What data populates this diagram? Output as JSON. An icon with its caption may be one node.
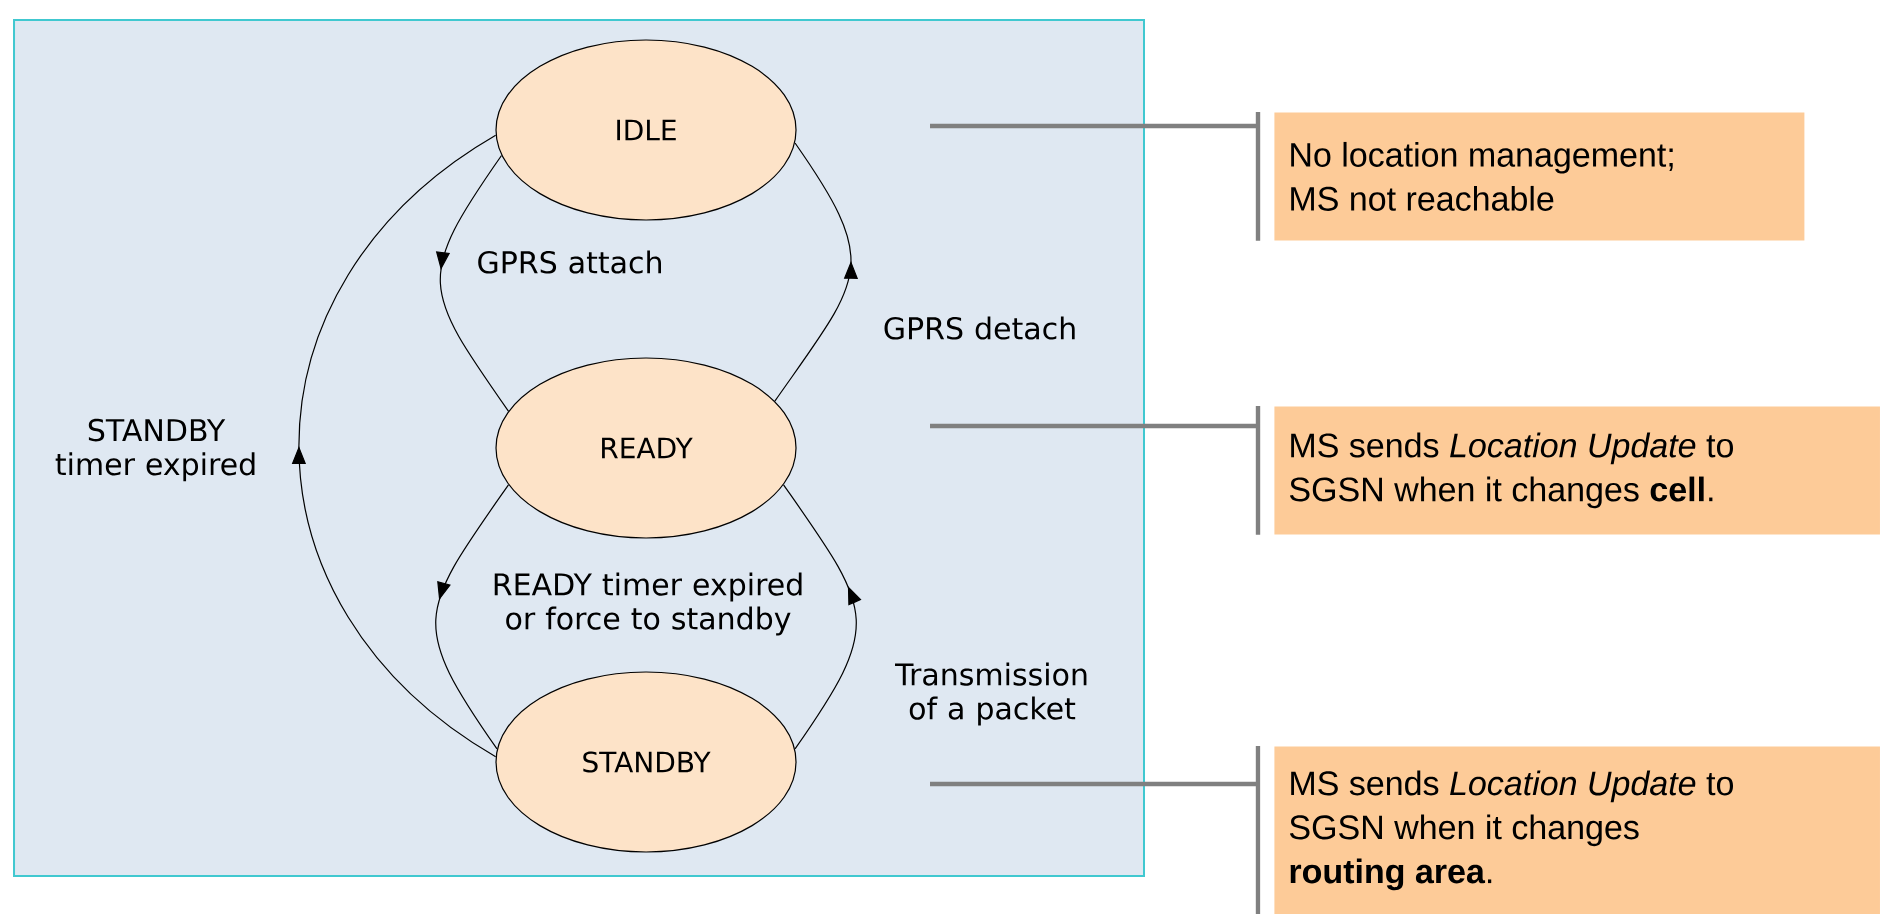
{
  "diagram": {
    "nodes": [
      {
        "text": [
          "IDLE"
        ]
      },
      {
        "text": [
          "READY"
        ]
      },
      {
        "text": [
          "STANDBY"
        ]
      },
      {
        "text": [
          "No location management; MS not reachable"
        ]
      },
      {
        "text": [
          "MS sends *Location Update* to SGSN when it changes **cell**."
        ]
      },
      {
        "text": [
          "MS sends *Location Update* to SGSN when it changes **routing area**."
        ]
      }
    ],
    "edges": [
      {
        "from": 0,
        "to": 1,
        "arrow": "to",
        "label": "GPRS attach"
      },
      {
        "from": 1,
        "to": 0,
        "arrow": "to",
        "label": "GPRS detach"
      },
      {
        "from": 1,
        "to": 2,
        "arrow": "to",
        "label": "READY timer expired or force to standby"
      },
      {
        "from": 2,
        "to": 1,
        "arrow": "to",
        "label": "Transmission of a packet"
      },
      {
        "from": 2,
        "to": 0,
        "arrow": "to",
        "label": "STANDBY timer expired"
      },
      {
        "from": 3,
        "to": null,
        "arrow": "none",
        "style": "thick",
        "color": "#808080"
      },
      {
        "from": 4,
        "to": null,
        "arrow": "none",
        "style": "thick",
        "color": "#808080"
      },
      {
        "from": 5,
        "to": null,
        "arrow": "none",
        "style": "thick",
        "color": "#808080"
      }
    ]
  }
}
